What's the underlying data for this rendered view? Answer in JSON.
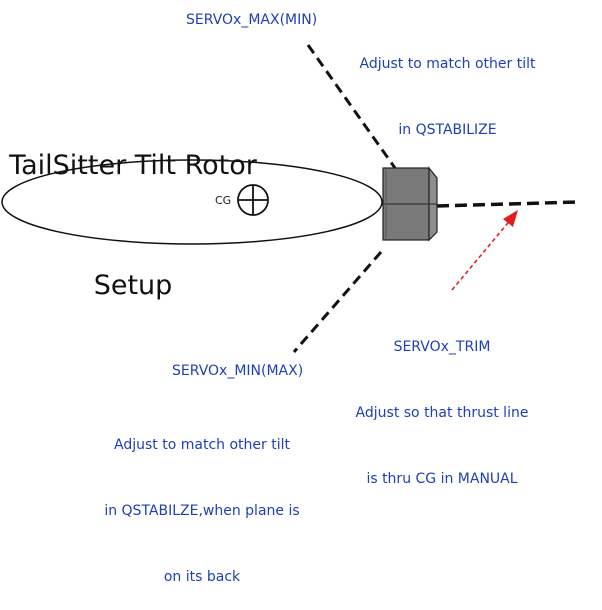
{
  "title": {
    "line1": "TailSitter Tilt Rotor",
    "line2": "Setup"
  },
  "cg_label": "CG",
  "servo_max": {
    "name": "SERVOx_MAX(MIN)",
    "note_line1": "Adjust to match other tilt",
    "note_line2": "in QSTABILIZE"
  },
  "servo_trim": {
    "name": "SERVOx_TRIM",
    "note_line1": "Adjust so that thrust line",
    "note_line2": "is thru CG in MANUAL"
  },
  "servo_min": {
    "name": "SERVOx_MIN(MAX)",
    "note_line1": "Adjust to match other tilt",
    "note_line2": "in QSTABILZE,when plane is",
    "note_line3": "on its back"
  },
  "colors": {
    "label_blue": "#1f3fb8",
    "trim_arrow_red": "#e02020",
    "line_black": "#111111",
    "motor_gray": "#7a7a7a"
  }
}
